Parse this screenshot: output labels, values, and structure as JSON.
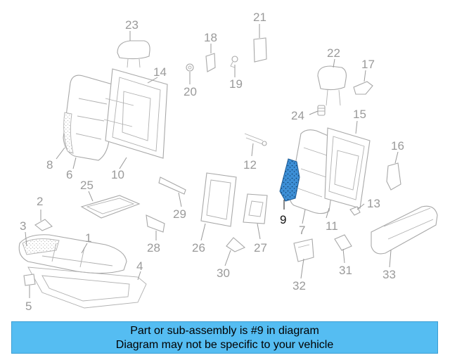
{
  "diagram": {
    "highlighted_part": "9",
    "highlight_color": "#3d8fd6",
    "callouts": [
      "1",
      "2",
      "3",
      "4",
      "5",
      "6",
      "7",
      "8",
      "9",
      "10",
      "11",
      "12",
      "13",
      "14",
      "15",
      "16",
      "17",
      "18",
      "19",
      "20",
      "21",
      "22",
      "23",
      "24",
      "25",
      "26",
      "27",
      "28",
      "29",
      "30",
      "31",
      "32",
      "33"
    ]
  },
  "banner": {
    "line1": "Part or sub-assembly is #9 in diagram",
    "line2": "Diagram may not be specific to your vehicle",
    "background": "#55bdf2"
  }
}
